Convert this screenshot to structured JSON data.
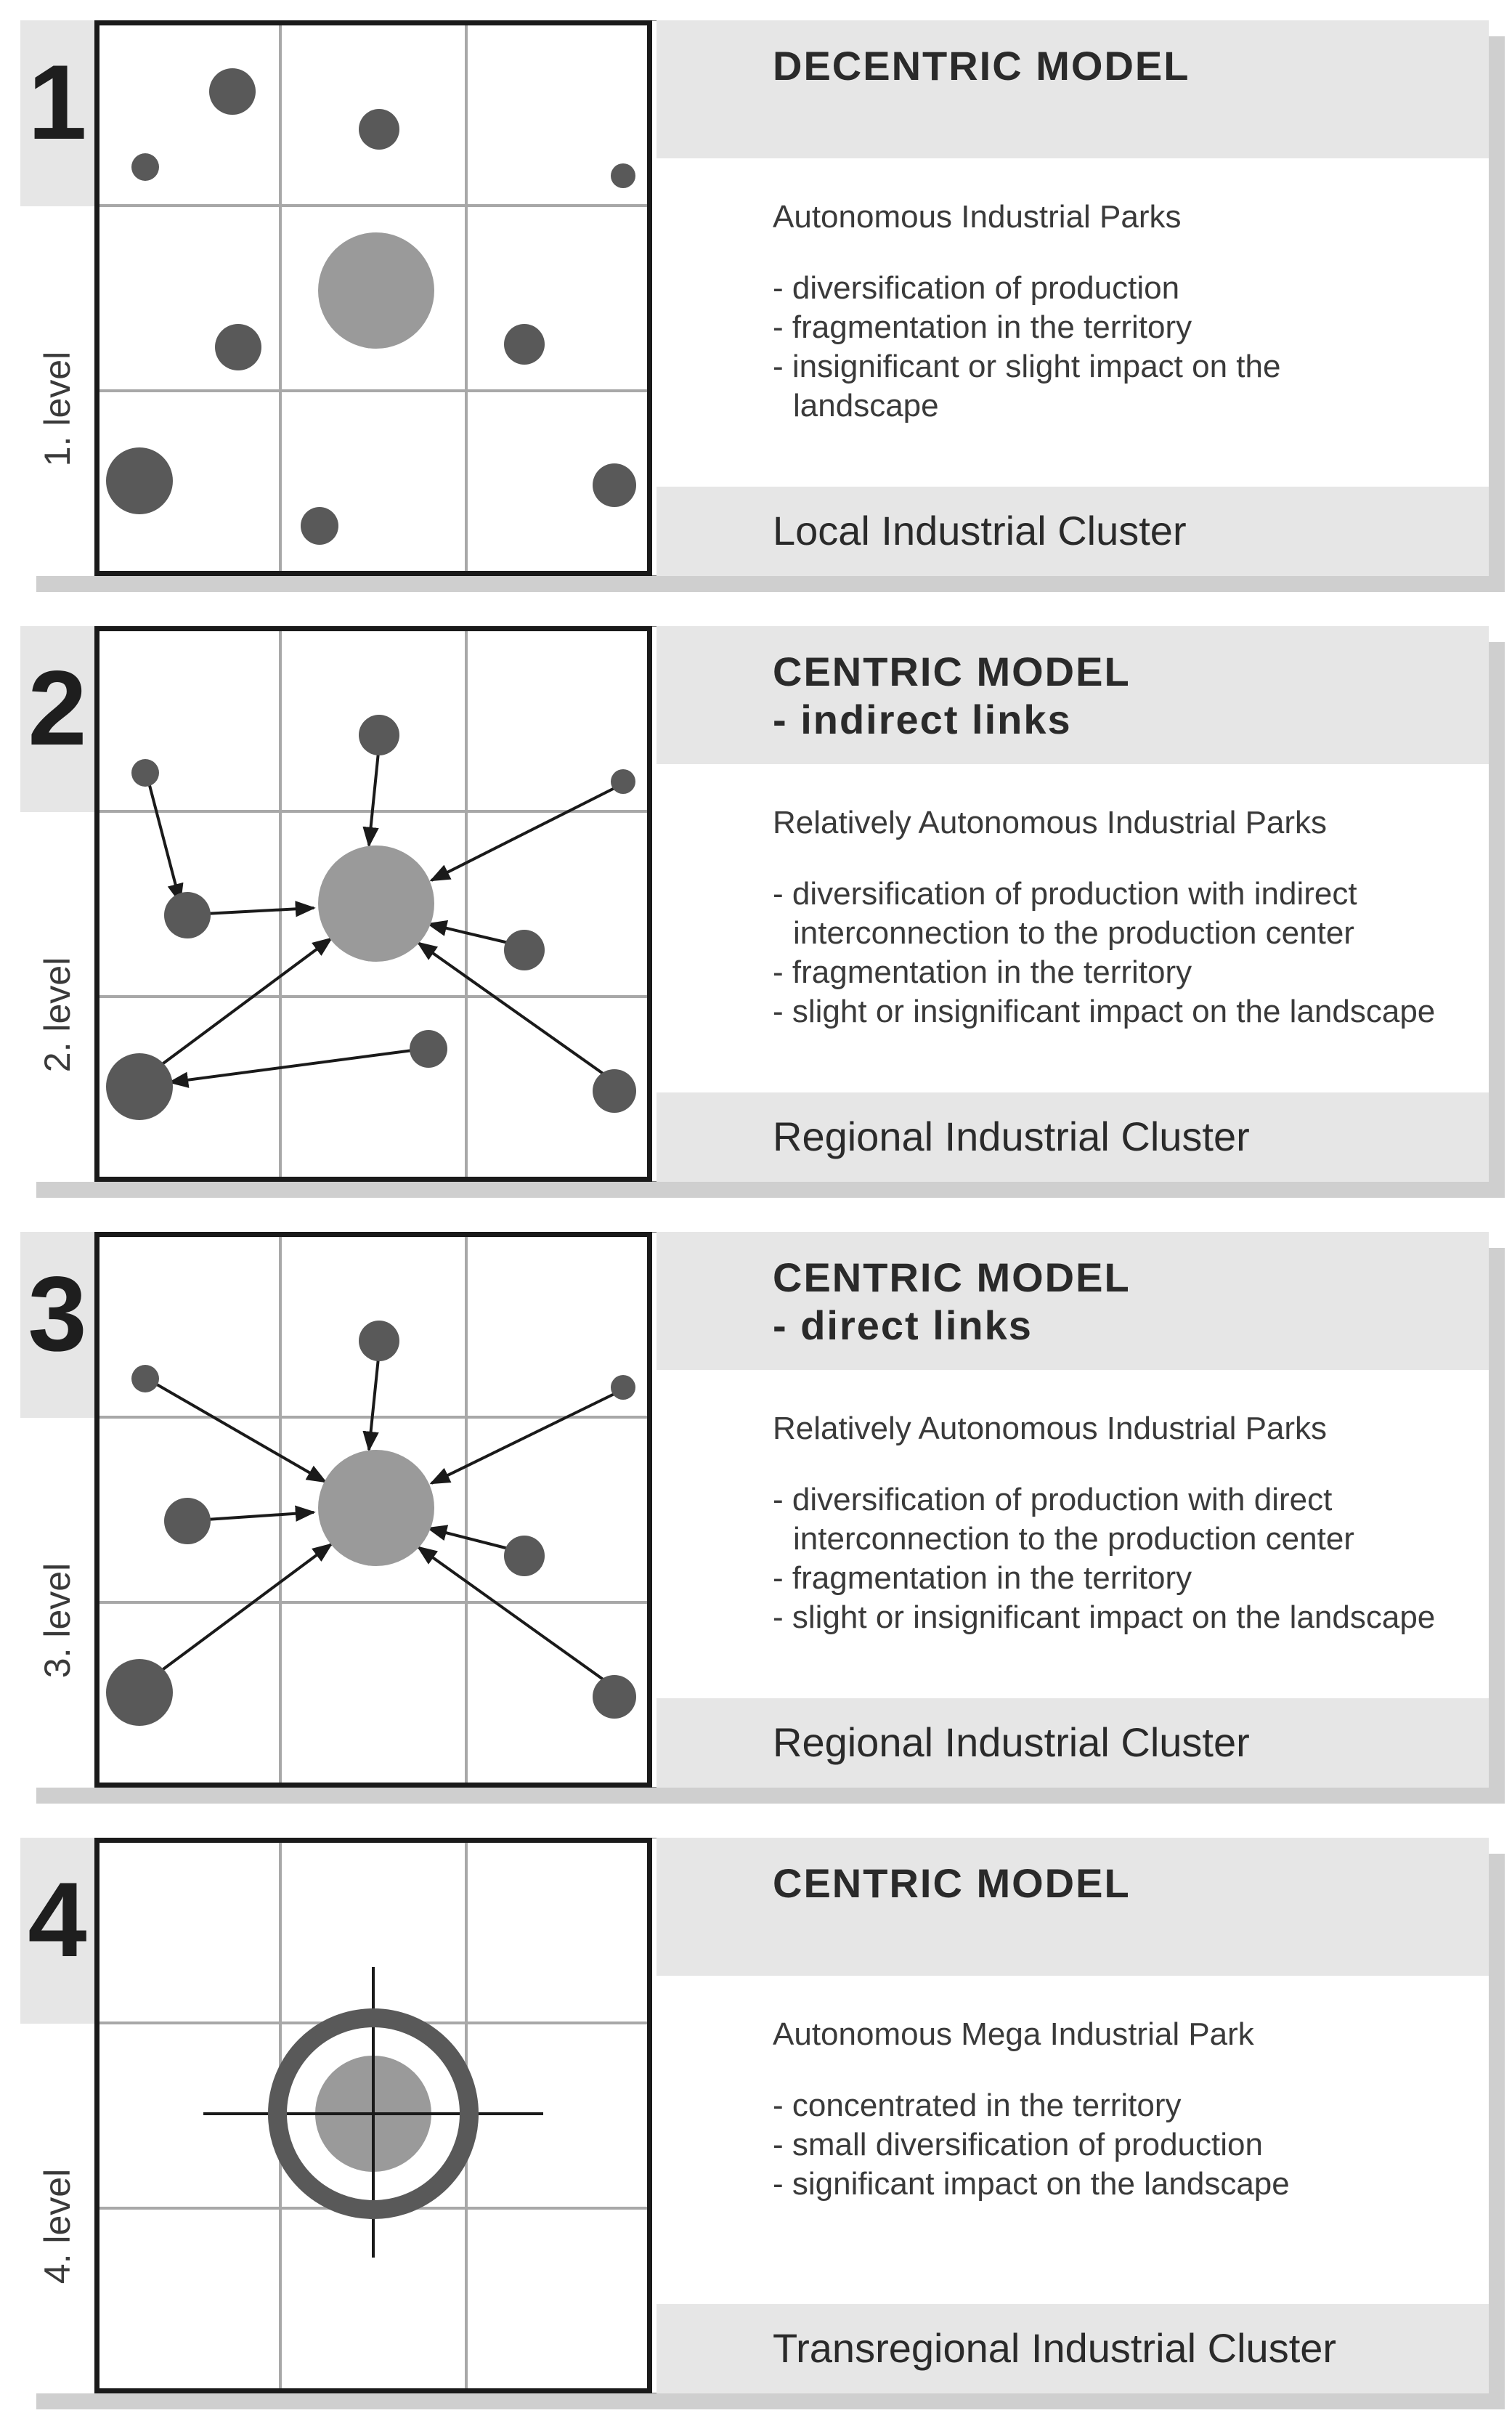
{
  "panels": [
    {
      "number": "1",
      "level": "1. level",
      "title": "DECENTRIC  MODEL",
      "subtitle": "Autonomous  Industrial  Parks",
      "bullets": [
        "- diversification of production",
        "- fragmentation in the territory",
        "- insignificant or slight impact on the landscape"
      ],
      "footer": "Local Industrial Cluster"
    },
    {
      "number": "2",
      "level": "2. level",
      "title": "CENTRIC  MODEL\n- indirect links",
      "subtitle": "Relatively Autonomous  Industrial  Parks",
      "bullets": [
        "- diversification of production with indirect interconnection to the production center",
        "- fragmentation in the territory",
        "- slight or insignificant impact on the landscape"
      ],
      "footer": "Regional Industrial Cluster"
    },
    {
      "number": "3",
      "level": "3. level",
      "title": "CENTRIC  MODEL\n- direct links",
      "subtitle": "Relatively Autonomous  Industrial  Parks",
      "bullets": [
        "- diversification of production with direct interconnection to the production center",
        "- fragmentation in the territory",
        "- slight or insignificant impact on the landscape"
      ],
      "footer": "Regional Industrial Cluster"
    },
    {
      "number": "4",
      "level": "4. level",
      "title": "CENTRIC  MODEL",
      "subtitle": "Autonomous  Mega Industrial  Park",
      "bullets": [
        "- concentrated in the territory",
        "- small diversification of production",
        "- significant impact on the landscape"
      ],
      "footer": "Transregional Industrial Cluster"
    }
  ],
  "colors": {
    "band": "#e6e6e6",
    "node": "#595959",
    "center_node": "#9a9a9a",
    "grid_line": "#a8a8a8",
    "frame": "#1a1a1a"
  }
}
